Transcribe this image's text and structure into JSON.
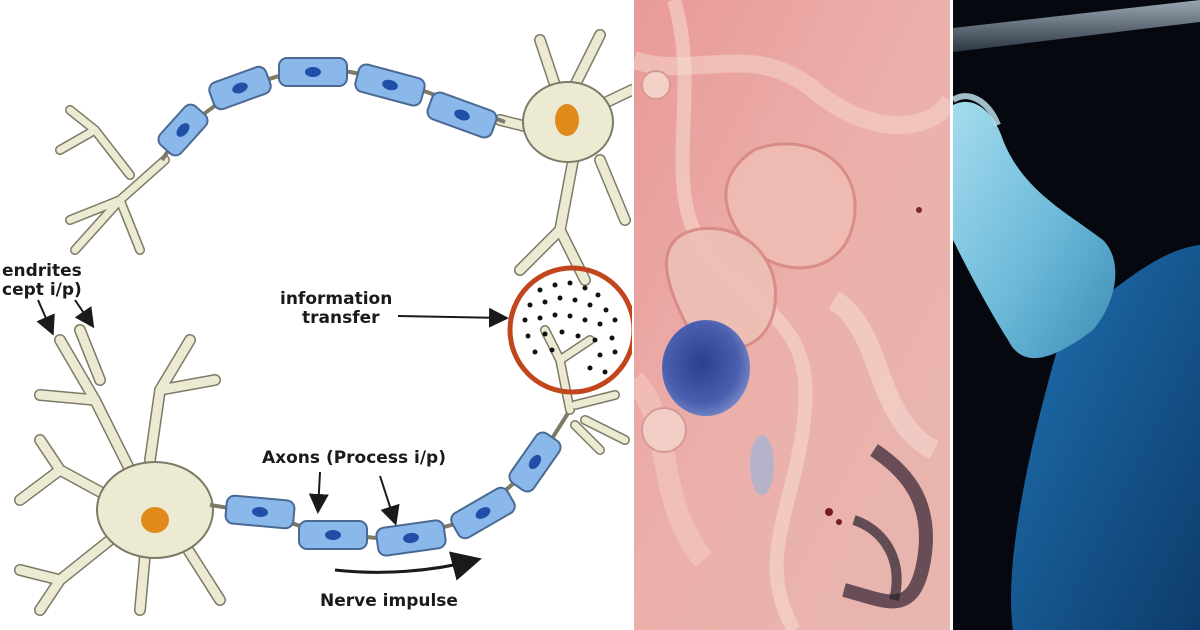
{
  "diagram": {
    "labels": {
      "dendrites_line1": "endrites",
      "dendrites_line2": "cept i/p)",
      "info_line1": "information",
      "info_line2": "transfer",
      "axons": "Axons (Process i/p)",
      "impulse": "Nerve impulse"
    },
    "colors": {
      "neuron_fill": "#ecead3",
      "neuron_stroke": "#7d7a66",
      "myelin_fill": "#8ab8ea",
      "myelin_nucleus": "#1f4fa6",
      "soma_nucleus": "#e08a1c",
      "synapse_ring": "#c2461d"
    }
  },
  "photos": {
    "middle": {
      "subject": "microscope-tissue-image",
      "colors": {
        "pink": "#e8a7a5",
        "blue_cell": "#3a4f9f"
      }
    },
    "right": {
      "subject": "gloved-hand-lab-image",
      "colors": {
        "glove": "#7cc3df",
        "background": "#05080e"
      }
    }
  }
}
